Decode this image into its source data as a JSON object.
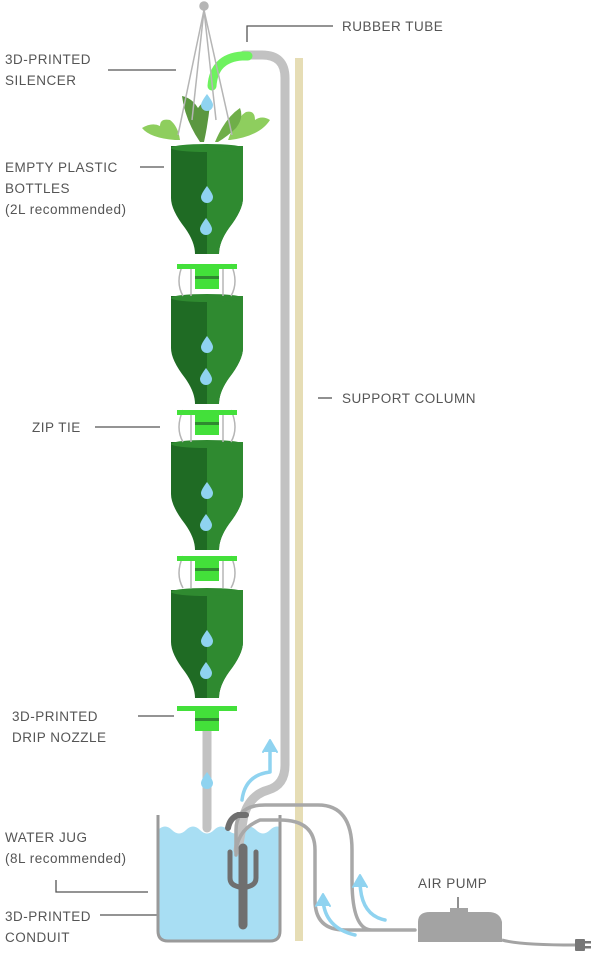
{
  "colors": {
    "bottle_dark": "#1f6b24",
    "bottle_light": "#2f8a30",
    "nozzle": "#43e03a",
    "drop": "#8fd3f0",
    "tube": "#c2c2c2",
    "tube_lit": "#6ef25f",
    "column": "#e6ddb5",
    "water": "#a8def3",
    "pump": "#a3a3a3",
    "label_text": "#555555",
    "leader": "#555555"
  },
  "labels": {
    "rubber_tube": "RUBBER TUBE",
    "silencer": [
      "3D-PRINTED",
      "SILENCER"
    ],
    "bottles": [
      "EMPTY PLASTIC",
      "BOTTLES",
      "(2L recommended)"
    ],
    "support_column": "SUPPORT COLUMN",
    "zip_tie": "ZIP TIE",
    "drip_nozzle": [
      "3D-PRINTED",
      "DRIP NOZZLE"
    ],
    "water_jug": [
      "WATER JUG",
      "(8L recommended)"
    ],
    "conduit": [
      "3D-PRINTED",
      "CONDUIT"
    ],
    "air_pump": "AIR PUMP"
  },
  "icons": [
    "water-drop-icon",
    "airflow-arrow-icon",
    "plant-leaf-icon",
    "power-plug-icon"
  ]
}
